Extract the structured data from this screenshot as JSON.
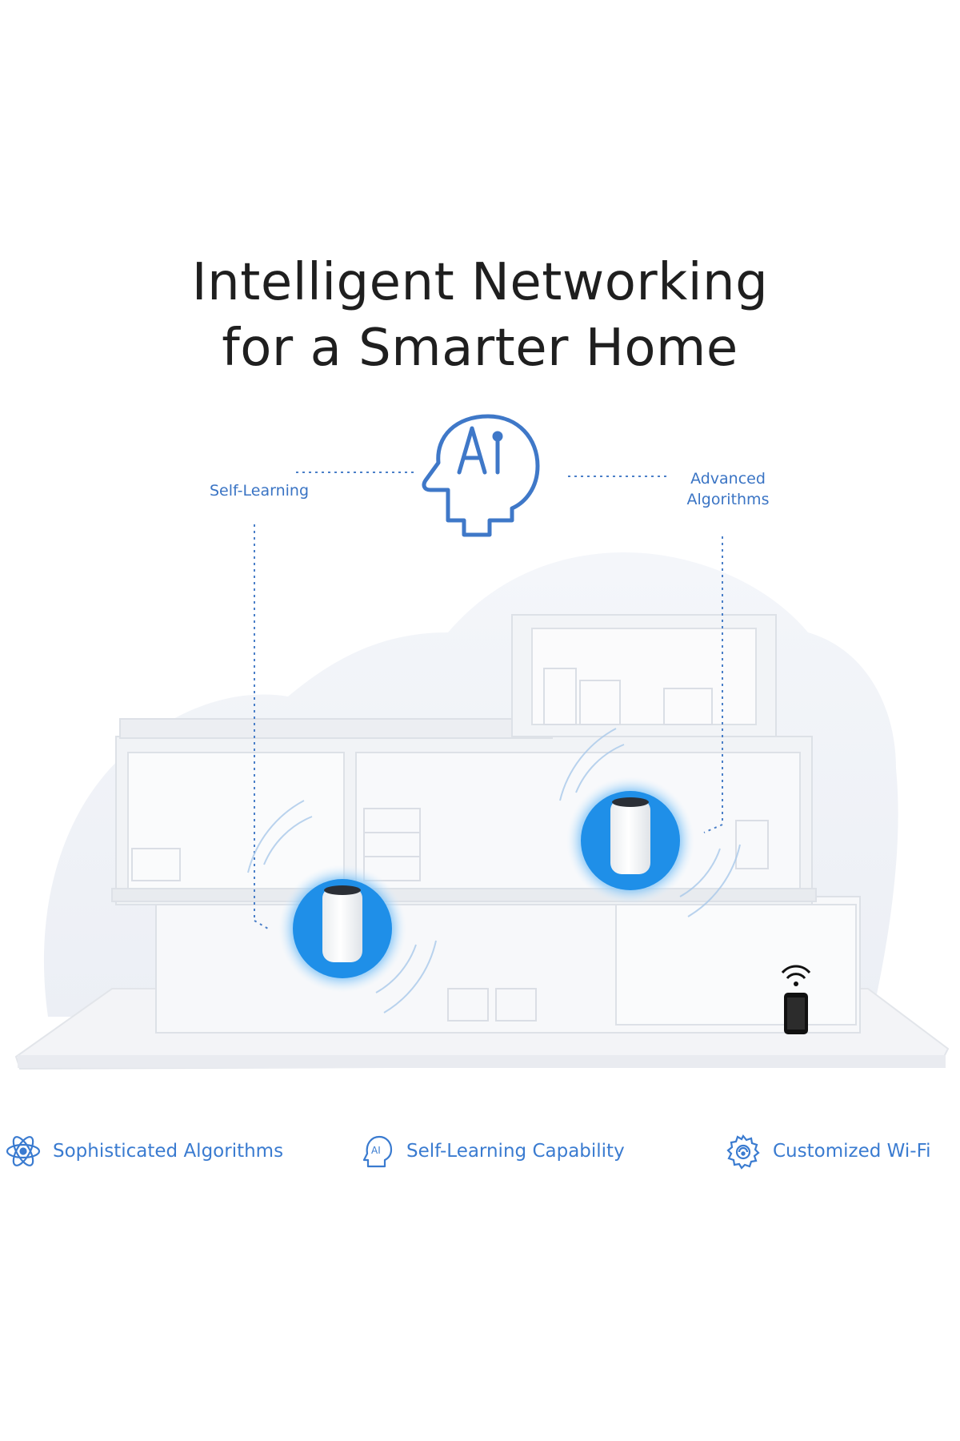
{
  "title": {
    "line1": "Intelligent Networking",
    "line2": "for a Smarter Home"
  },
  "ai_badge": {
    "icon": "ai-head-icon",
    "label": "AI"
  },
  "callouts": {
    "left": "Self-Learning",
    "right_line1": "Advanced",
    "right_line2": "Algorithms"
  },
  "features": [
    {
      "icon": "atom-icon",
      "label": "Sophisticated Algorithms"
    },
    {
      "icon": "ai-head-icon",
      "label": "Self-Learning Capability"
    },
    {
      "icon": "gear-cog-icon",
      "label": "Customized Wi-Fi"
    }
  ],
  "colors": {
    "accent": "#3a7bd0",
    "glow": "#1f8fe8",
    "text": "#1f1f1f"
  }
}
